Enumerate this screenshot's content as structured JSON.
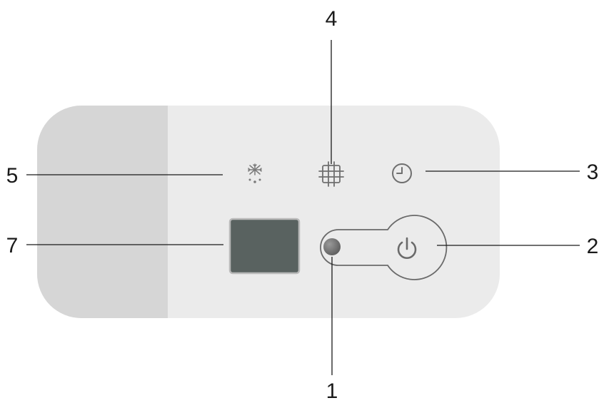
{
  "callouts": {
    "c1": "1",
    "c2": "2",
    "c3": "3",
    "c4": "4",
    "c5": "5",
    "c7": "7"
  },
  "icons": {
    "defrost": "snowflake-drops-icon",
    "filter": "grid-filter-icon",
    "timer": "clock-icon",
    "power": "power-icon"
  },
  "colors": {
    "panel_left": "#d6d6d6",
    "panel_right": "#ebebeb",
    "display": "#596260",
    "display_border": "#b9b9b9",
    "indicator_led": "#6e6e6e",
    "icon_stroke": "#777777",
    "leader_line": "#1a1a1a"
  }
}
